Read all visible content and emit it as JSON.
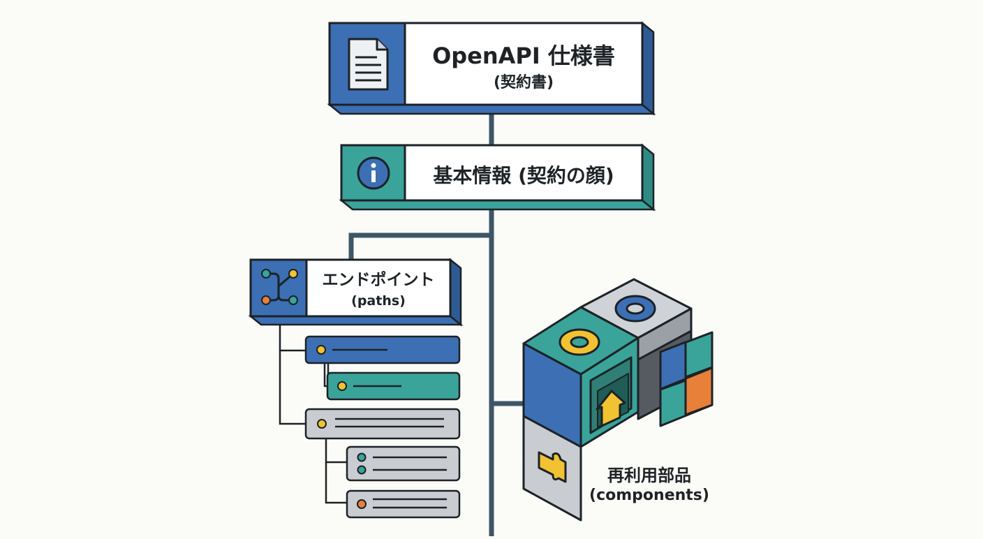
{
  "nodes": {
    "openapi": {
      "title": "OpenAPI 仕様書",
      "subtitle": "(契約書)",
      "icon": "document-icon"
    },
    "info": {
      "title": "基本情報 (契約の顔)",
      "icon": "info-icon"
    },
    "paths": {
      "title": "エンドポイント",
      "subtitle": "(paths)",
      "icon": "branch-network-icon"
    },
    "components": {
      "title": "再利用部品",
      "subtitle": "(components)",
      "icon": "puzzle-cube-icon"
    }
  },
  "colors": {
    "blue": "#3c6fb4",
    "teal": "#3aa39a",
    "gray": "#c9ccd1",
    "line": "#3d5666",
    "yellow": "#f1c232",
    "orange": "#e8803a",
    "outline": "#1c2226"
  }
}
